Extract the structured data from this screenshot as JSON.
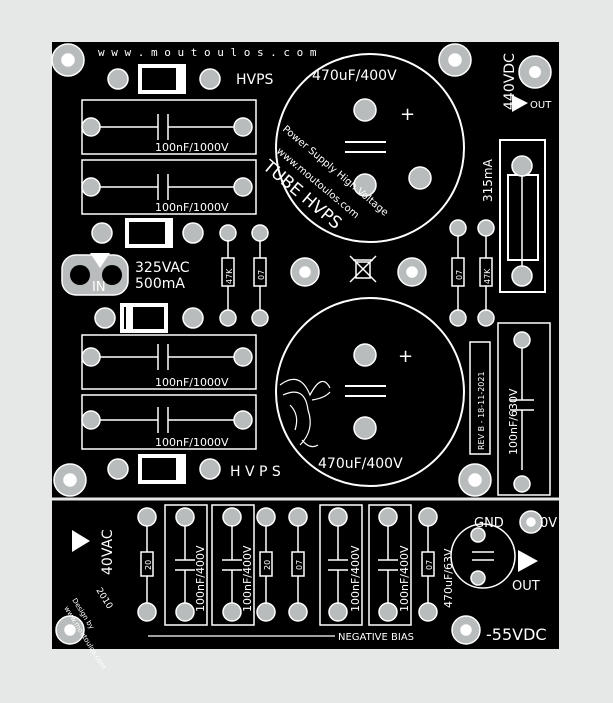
{
  "board": {
    "website_top": "w w w . m o u t o u l o s . c o m",
    "hvps_top": "HVPS",
    "hvps_bottom": "H V P S",
    "cap_top": "470uF/400V",
    "cap_bottom": "470uF/400V",
    "arc_power": "Power Supply High Voltage",
    "arc_web": "www.moutoulos.com",
    "tube_title": "TUBE HVPS",
    "out_hv": "440VDC",
    "out_label": "OUT",
    "fuse_rating": "315mA",
    "ac_in_v": "325VAC",
    "ac_in_a": "500mA",
    "in_label": "IN",
    "film_cap": "100nF/1000V",
    "res_47k": "47K",
    "res_07": "07",
    "rev": "REV B - 18-11-2021",
    "cap_630": "100nF/630V",
    "ac40": "40VAC",
    "designer_1": "Design by",
    "designer_2": "www.moutoulos.com",
    "year": "2010",
    "small_cap": "100nF/400V",
    "res_20": "20",
    "neg_cap": "470uF/63V",
    "gnd": "GND",
    "zero_v": "0V",
    "out_neg": "OUT",
    "neg_v": "-55VDC",
    "neg_bias": "NEGATIVE BIAS"
  },
  "colors": {
    "board": "#000000",
    "silk": "#ffffff",
    "pad": "#b8bcbc",
    "frame": "#e6e8e8"
  }
}
